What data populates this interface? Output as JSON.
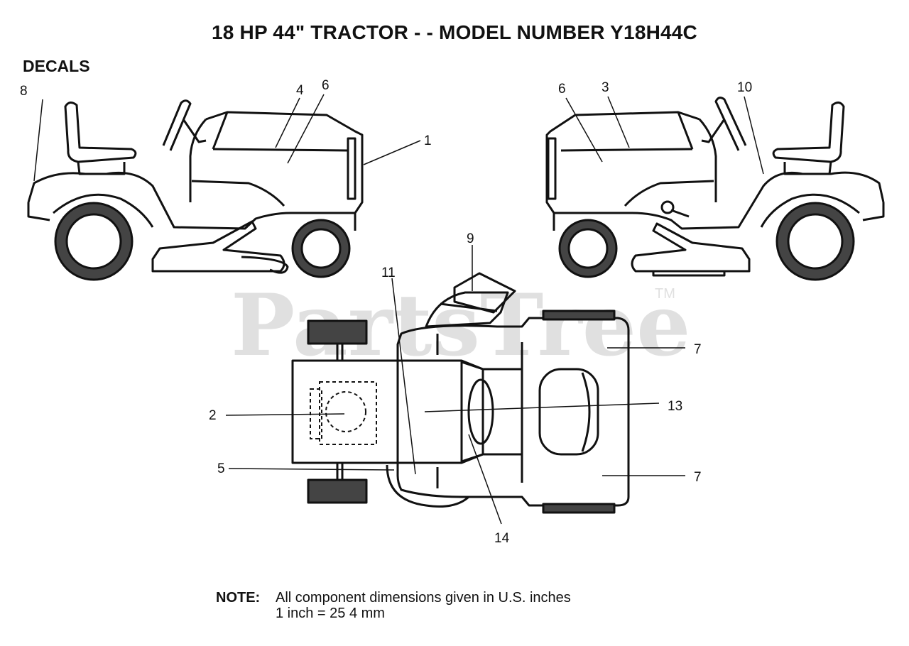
{
  "title": "18 HP 44\" TRACTOR - - MODEL NUMBER Y18H44C",
  "section_label": "DECALS",
  "watermark": {
    "text": "PartsTree",
    "mark": "TM"
  },
  "callouts": {
    "left_view": [
      "8",
      "4",
      "6",
      "1"
    ],
    "right_view": [
      "6",
      "3",
      "10"
    ],
    "top_view": [
      "9",
      "11",
      "7",
      "2",
      "13",
      "5",
      "7",
      "14"
    ]
  },
  "note": {
    "label": "NOTE:",
    "line1": "All component dimensions given in U.S. inches",
    "line2": "1 inch = 25 4 mm"
  }
}
